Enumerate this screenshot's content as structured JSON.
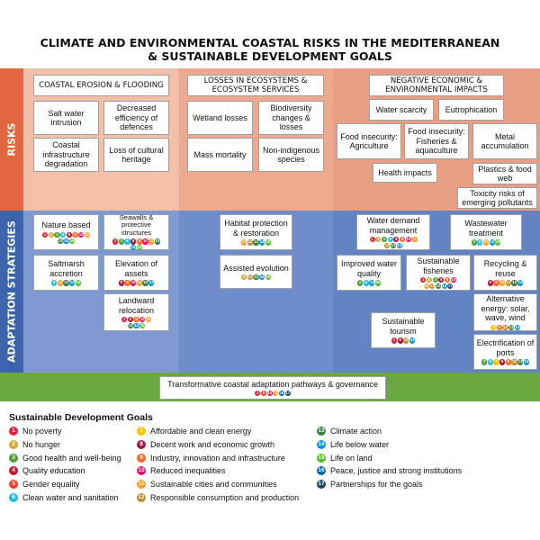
{
  "title": {
    "line1": "CLIMATE AND ENVIRONMENTAL COASTAL RISKS IN THE MEDITERRANEAN",
    "line2": "& SUSTAINABLE DEVELOPMENT GOALS"
  },
  "colors": {
    "risks_sidebar": "#e2663f",
    "risks_col1": "#f2bfa8",
    "risks_col2": "#eda98d",
    "risks_col3": "#e89f83",
    "adapt_sidebar": "#3d63ad",
    "adapt_col1": "#7f9ad0",
    "adapt_col2": "#6f8dca",
    "adapt_col3": "#6384c2",
    "governance_band": "#6aa842"
  },
  "sections": {
    "risks": "RISKS",
    "adaptation": "ADAPTATION STRATEGIES"
  },
  "risks": {
    "headers": {
      "coastal": "COASTAL EROSION & FLOODING",
      "ecosystems": "LOSSES IN ECOSYSTEMS & ECOSYSTEM SERVICES",
      "economic": "NEGATIVE ECONOMIC & ENVIRONMENTAL IMPACTS"
    },
    "items": {
      "salt_water": "Salt water intrusion",
      "decreased_efficiency": "Decreased efficiency of defences",
      "infrastructure": "Coastal infrastructure degradation",
      "cultural": "Loss of cultural heritage",
      "wetland": "Wetland losses",
      "biodiversity": "Biodiversity changes & losses",
      "mass_mortality": "Mass mortality",
      "non_indigenous": "Non-indigenous species",
      "water_scarcity": "Water scarcity",
      "eutrophication": "Eutrophication",
      "food_agri": "Food insecurity: Agriculture",
      "food_fish": "Food insecurity: Fisheries & aquaculture",
      "metal": "Metal accumulation",
      "health": "Health impacts",
      "plastics": "Plastics & food web",
      "toxicity": "Toxicity risks of emerging pollutants"
    }
  },
  "adaptation": {
    "nature_based": {
      "label": "Nature based",
      "sdgs": [
        1,
        2,
        3,
        6,
        8,
        9,
        10,
        11,
        13,
        14,
        15
      ]
    },
    "seawalls": {
      "label": "Seawalls & protective structures",
      "sdgs": [
        1,
        3,
        6,
        8,
        9,
        10,
        11,
        13,
        14,
        15
      ]
    },
    "saltmarsh": {
      "label": "Saltmarsh accretion",
      "sdgs": [
        6,
        11,
        13,
        14,
        15
      ]
    },
    "elevation": {
      "label": "Elevation of assets",
      "sdgs": [
        8,
        9,
        10,
        11,
        13,
        14
      ]
    },
    "relocation": {
      "label": "Landward relocation",
      "sdgs": [
        1,
        8,
        9,
        10,
        11,
        13,
        14,
        15
      ]
    },
    "habitat": {
      "label": "Habitat protection & restoration",
      "sdgs": [
        11,
        12,
        13,
        14,
        15
      ]
    },
    "evolution": {
      "label": "Assisted evolution",
      "sdgs": [
        2,
        12,
        13,
        14,
        15
      ]
    },
    "water_demand": {
      "label": "Water demand management",
      "sdgs": [
        1,
        2,
        3,
        6,
        8,
        9,
        10,
        11,
        12,
        13,
        14
      ]
    },
    "wastewater": {
      "label": "Wastewater treatment",
      "sdgs": [
        3,
        6,
        11,
        14,
        15
      ]
    },
    "water_quality": {
      "label": "Improved water quality",
      "sdgs": [
        3,
        6,
        14,
        15
      ]
    },
    "fisheries": {
      "label": "Sustainable fisheries",
      "sdgs": [
        1,
        2,
        3,
        8,
        9,
        10,
        11,
        12,
        13,
        14,
        17
      ]
    },
    "recycling": {
      "label": "Recycling & reuse",
      "sdgs": [
        8,
        9,
        11,
        12,
        13,
        14
      ]
    },
    "energy": {
      "label": "Alternative energy: solar, wave, wind",
      "sdgs": [
        7,
        9,
        12,
        13,
        14
      ]
    },
    "tourism": {
      "label": "Sustainable tourism",
      "sdgs": [
        1,
        8,
        12,
        14
      ]
    },
    "ports": {
      "label": "Electrification of ports",
      "sdgs": [
        3,
        6,
        7,
        8,
        9,
        12,
        13,
        14
      ]
    }
  },
  "governance": {
    "label": "Transformative coastal adaptation pathways & governance",
    "sdgs": [
      1,
      5,
      10,
      11,
      16,
      17
    ]
  },
  "legend": {
    "title": "Sustainable Development Goals",
    "items": [
      {
        "n": 1,
        "label": "No poverty",
        "color": "#e5243b"
      },
      {
        "n": 2,
        "label": "No hunger",
        "color": "#dda63a"
      },
      {
        "n": 3,
        "label": "Good health and well-being",
        "color": "#4c9f38"
      },
      {
        "n": 4,
        "label": "Quality education",
        "color": "#c5192d"
      },
      {
        "n": 5,
        "label": "Gender equality",
        "color": "#ff3a21"
      },
      {
        "n": 6,
        "label": "Clean water and sanitation",
        "color": "#26bde2"
      },
      {
        "n": 7,
        "label": "Affordable and clean energy",
        "color": "#fcc30b"
      },
      {
        "n": 8,
        "label": "Decent work and economic growth",
        "color": "#a21942"
      },
      {
        "n": 9,
        "label": "Industry, innovation and infrastructure",
        "color": "#fd6925"
      },
      {
        "n": 10,
        "label": "Reduced inequalities",
        "color": "#dd1367"
      },
      {
        "n": 11,
        "label": "Sustainable cities and communities",
        "color": "#fd9d24"
      },
      {
        "n": 12,
        "label": "Responsible consumption and production",
        "color": "#bf8b2e"
      },
      {
        "n": 13,
        "label": "Climate action",
        "color": "#3f7e44"
      },
      {
        "n": 14,
        "label": "Life below water",
        "color": "#0a97d9"
      },
      {
        "n": 15,
        "label": "Life on land",
        "color": "#56c02b"
      },
      {
        "n": 16,
        "label": "Peace, justice and strong institutions",
        "color": "#00689d"
      },
      {
        "n": 17,
        "label": "Partnerships for the goals",
        "color": "#19486a"
      }
    ]
  }
}
